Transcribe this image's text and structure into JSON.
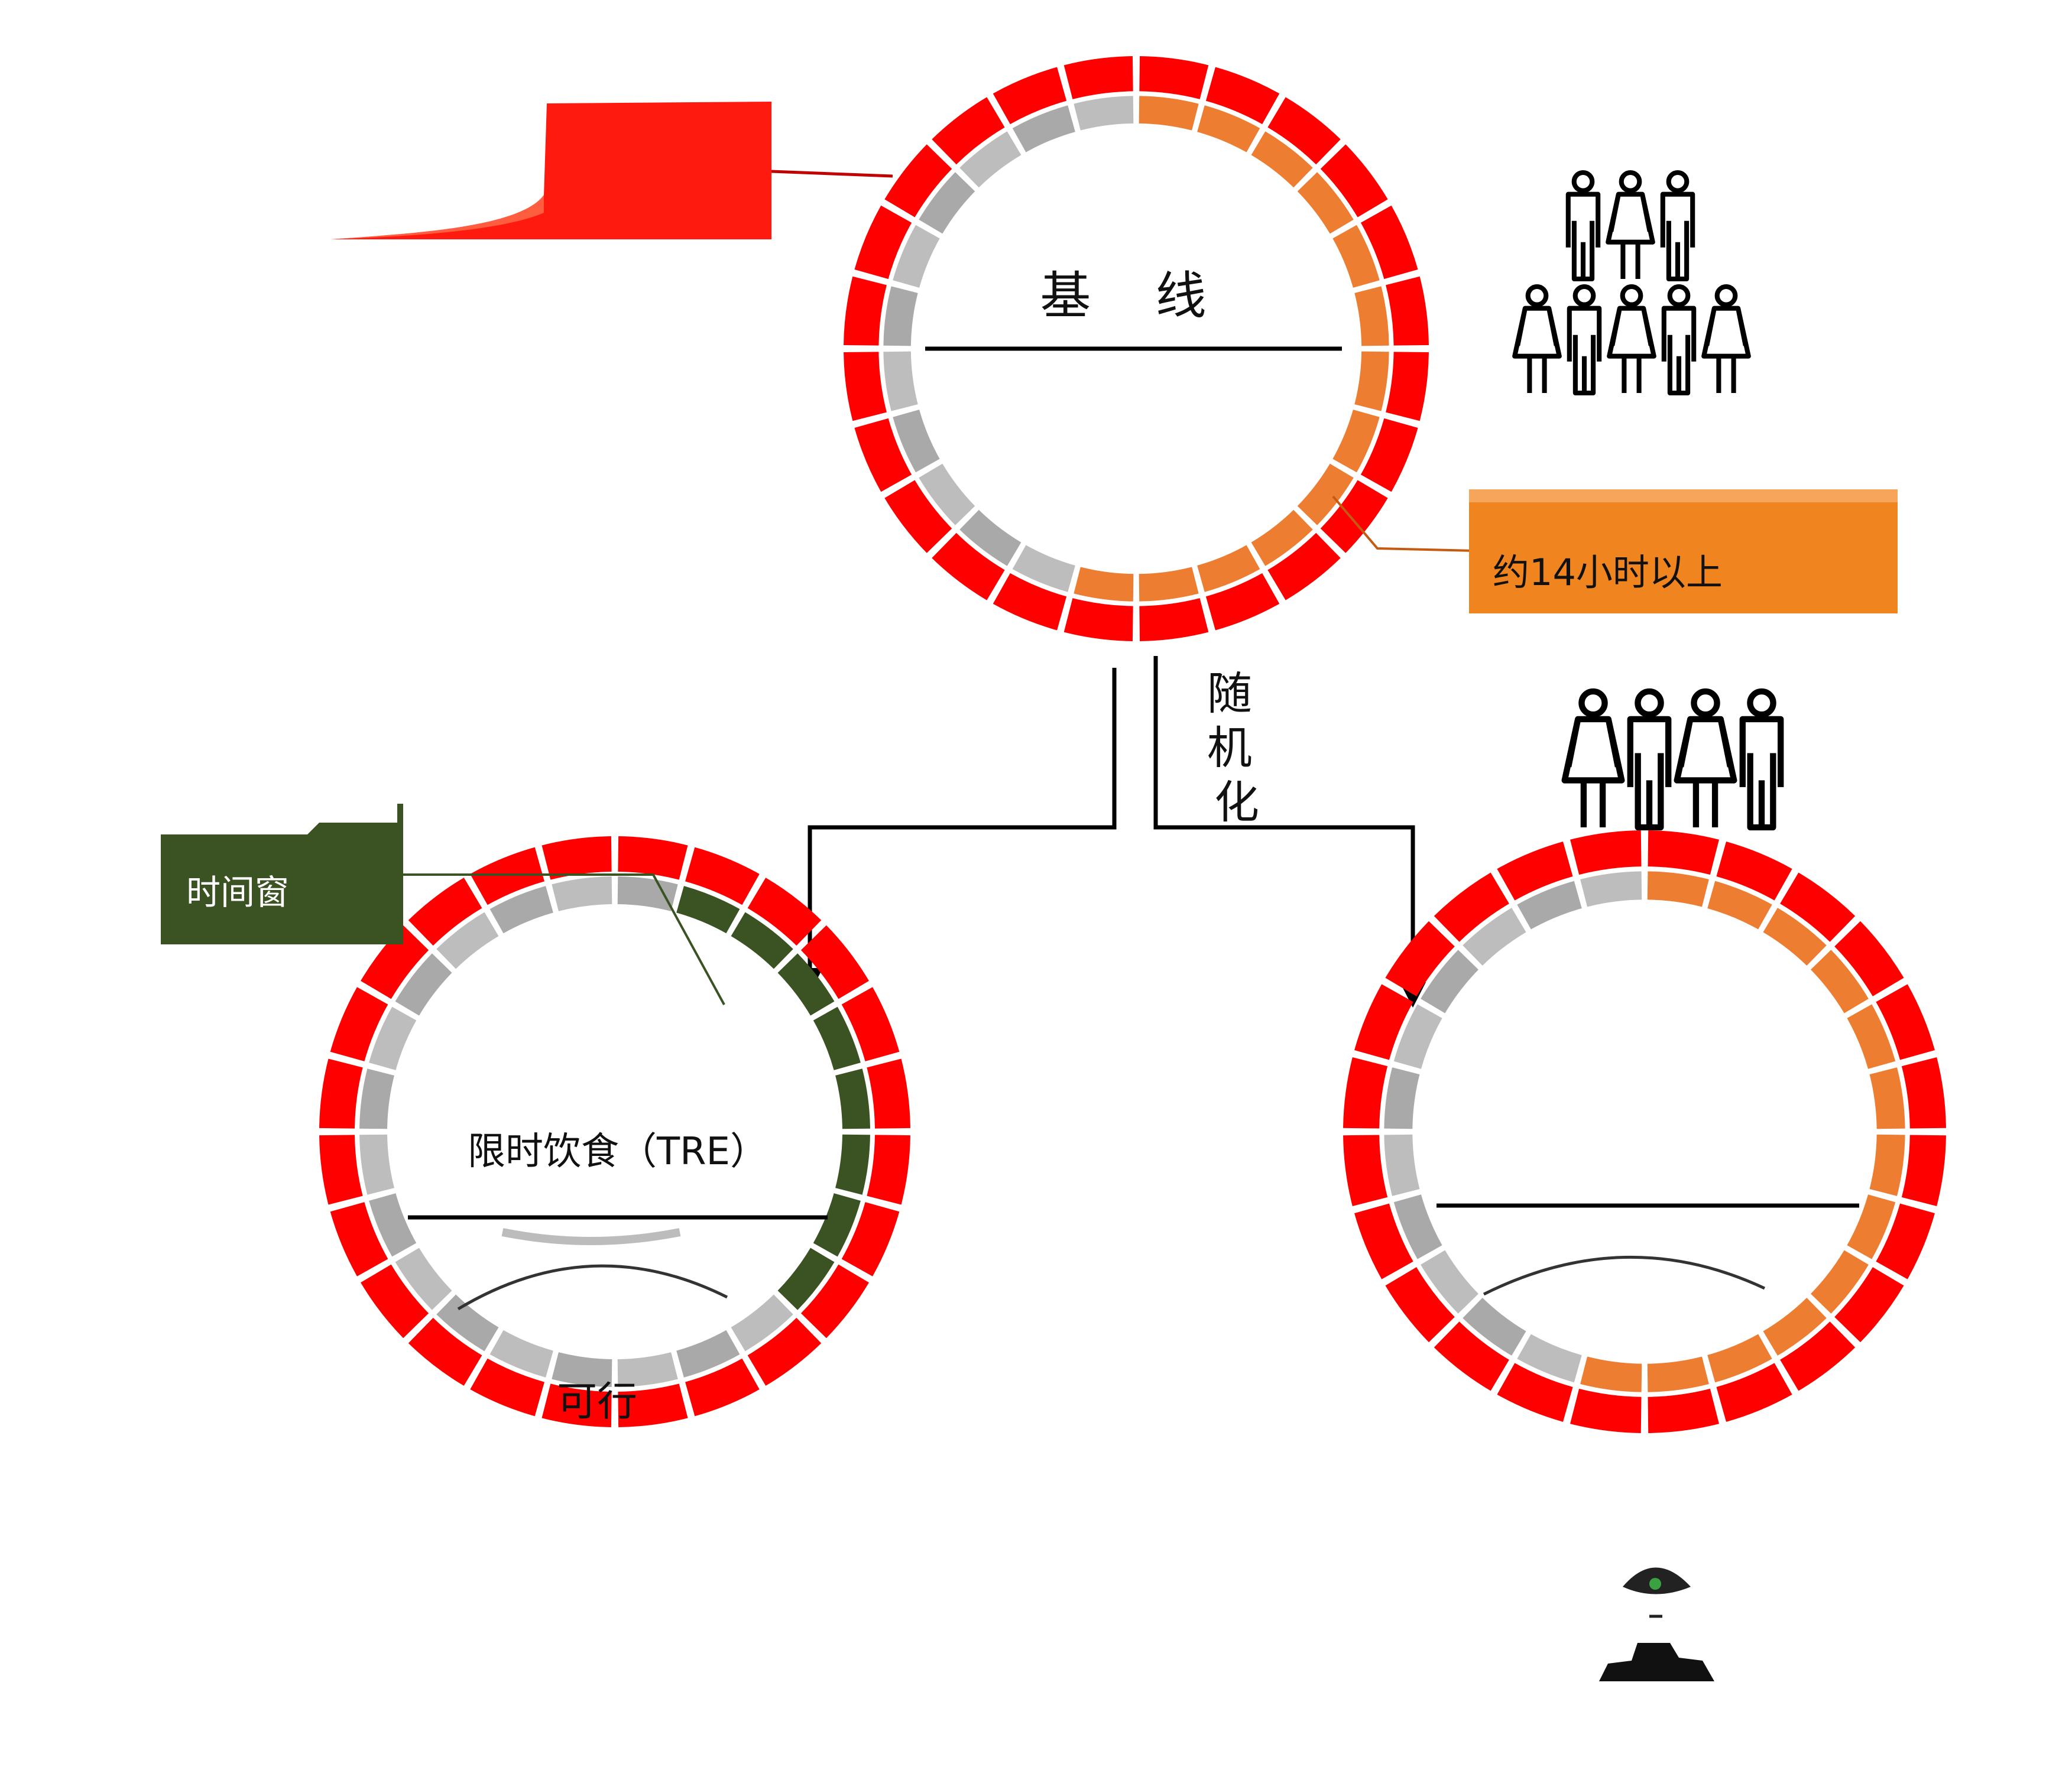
{
  "colors": {
    "outer_ring": "#ff0000",
    "inner_gray": "#a9a9a9",
    "inner_gray_light": "#bdbdbd",
    "fasting_orange": "#ed7d31",
    "window_green": "#3b5323",
    "line": "#000000"
  },
  "baseline": {
    "title": "基    线",
    "fasting_label": "约14小时以上",
    "people_icons": [
      "man",
      "woman",
      "man",
      "woman",
      "man",
      "woman",
      "man",
      "woman"
    ]
  },
  "randomization": {
    "label": "随机化"
  },
  "tre": {
    "title": "限时饮食（TRE）",
    "window_label": "时间窗",
    "feasibility_label": "可行"
  },
  "control": {
    "people_icons": [
      "woman",
      "man",
      "woman",
      "man"
    ]
  },
  "rings": {
    "baseline_inner": {
      "segments": 24,
      "gray_from": 13,
      "gray_to": 23,
      "highlight": "fasting_orange"
    },
    "tre_inner": {
      "segments": 24,
      "highlight_from": 1,
      "highlight_to": 8,
      "highlight": "window_green"
    },
    "control_inner": {
      "segments": 24,
      "gray_from": 13,
      "gray_to": 23,
      "highlight": "fasting_orange"
    }
  }
}
